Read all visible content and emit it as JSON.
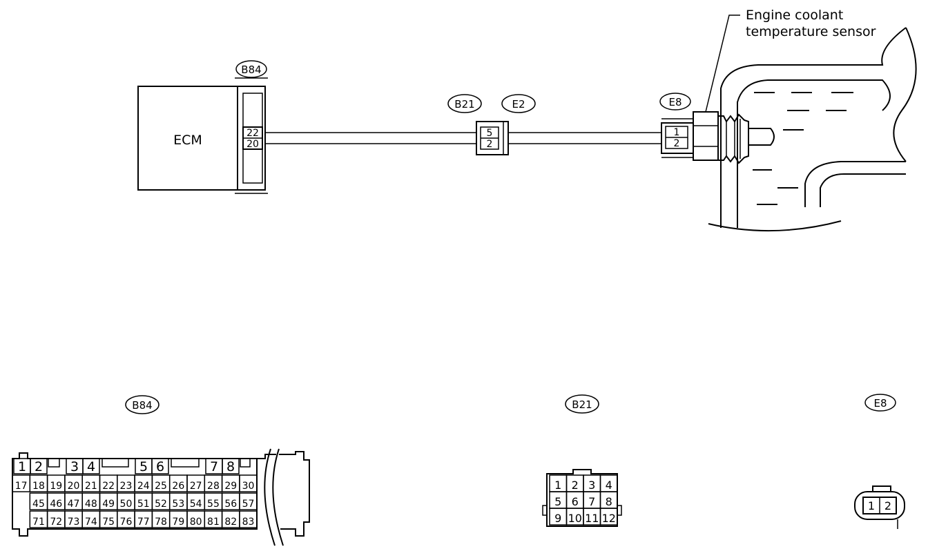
{
  "sensor_label": [
    "Engine coolant",
    "temperature sensor"
  ],
  "ecm": {
    "label": "ECM",
    "connector": "B84",
    "pins": [
      "22",
      "20"
    ]
  },
  "junction": {
    "connector_left": "B21",
    "connector_right": "E2",
    "pins": [
      "5",
      "2"
    ]
  },
  "sensor_connector": {
    "connector": "E8",
    "pins": [
      "1",
      "2"
    ]
  },
  "views": {
    "b84": {
      "label": "B84",
      "row1": [
        "1",
        "2",
        "3",
        "4",
        "5",
        "6",
        "7",
        "8"
      ],
      "row2": [
        "17",
        "18",
        "19",
        "20",
        "21",
        "22",
        "23",
        "24",
        "25",
        "26",
        "27",
        "28",
        "29",
        "30"
      ],
      "row3": [
        "45",
        "46",
        "47",
        "48",
        "49",
        "50",
        "51",
        "52",
        "53",
        "54",
        "55",
        "56",
        "57"
      ],
      "row4": [
        "71",
        "72",
        "73",
        "74",
        "75",
        "76",
        "77",
        "78",
        "79",
        "80",
        "81",
        "82",
        "83"
      ]
    },
    "b21": {
      "label": "B21",
      "rows": [
        [
          "1",
          "2",
          "3",
          "4"
        ],
        [
          "5",
          "6",
          "7",
          "8"
        ],
        [
          "9",
          "10",
          "11",
          "12"
        ]
      ]
    },
    "e8": {
      "label": "E8",
      "pins": [
        "1",
        "2"
      ]
    }
  }
}
